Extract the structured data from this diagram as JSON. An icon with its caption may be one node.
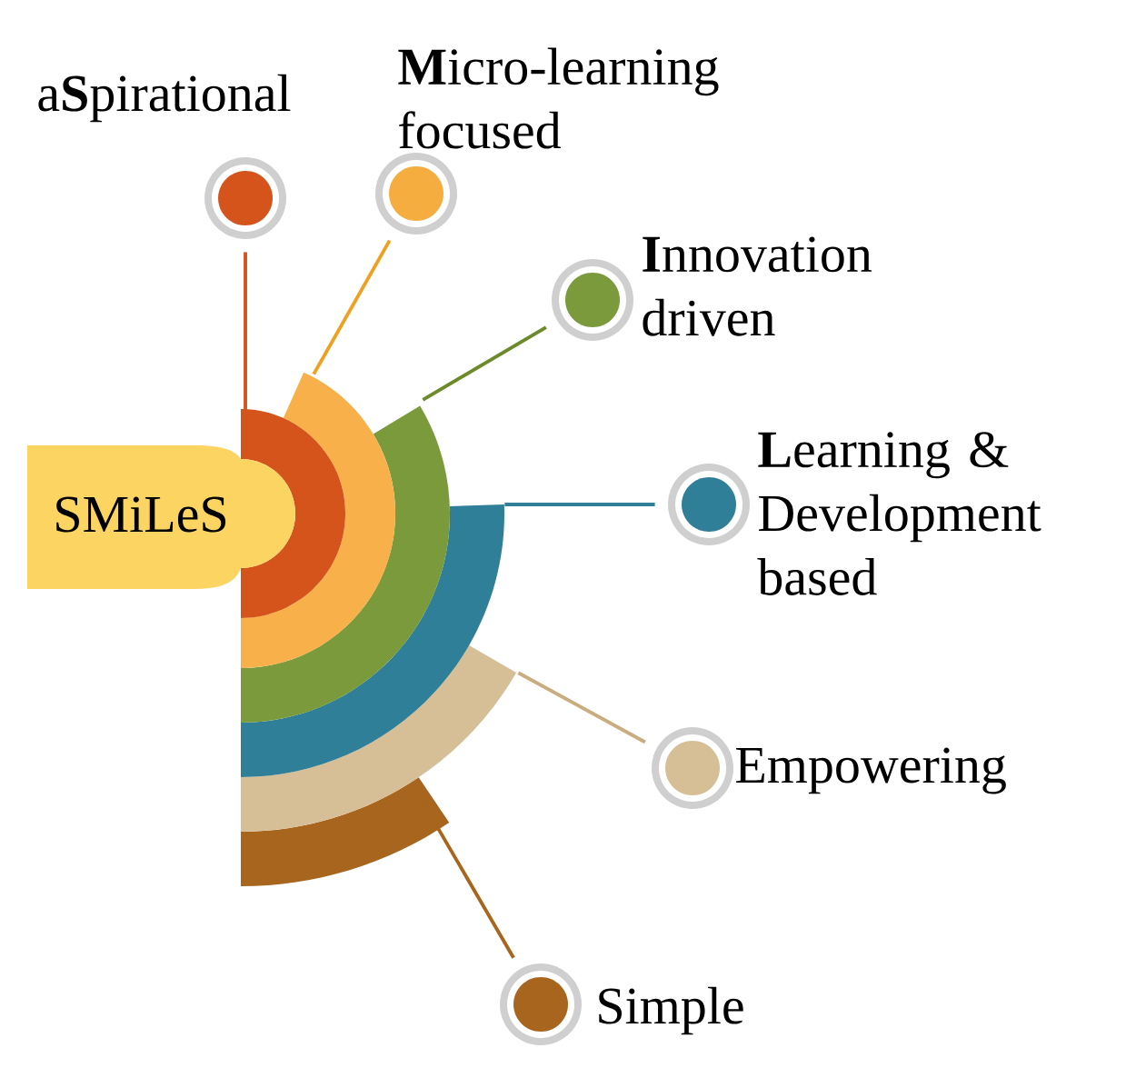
{
  "diagram": {
    "nodes": [
      {
        "text": [
          "SMiLeS"
        ]
      },
      {
        "text": [
          "a**S**pirational"
        ]
      },
      {
        "text": [
          "**M**icro-learning focused"
        ]
      },
      {
        "text": [
          "**I**nnovation driven"
        ]
      },
      {
        "text": [
          "**L**earning & Development based"
        ]
      },
      {
        "text": [
          "Empowering"
        ]
      },
      {
        "text": [
          "Simple"
        ]
      },
      {
        "text": [],
        "shape": "band"
      },
      {
        "text": [],
        "shape": "band"
      },
      {
        "text": [],
        "shape": "band"
      },
      {
        "text": [],
        "shape": "band"
      },
      {
        "text": [],
        "shape": "band"
      },
      {
        "text": [],
        "shape": "band"
      }
    ],
    "edges": [
      {
        "from": 7,
        "to": 1,
        "arrow": "none",
        "color": "#d4541c"
      },
      {
        "from": 8,
        "to": 2,
        "arrow": "none",
        "color": "#f0a020"
      },
      {
        "from": 9,
        "to": 3,
        "arrow": "none",
        "color": "#6d8a2a"
      },
      {
        "from": 10,
        "to": 4,
        "arrow": "none",
        "color": "#2f7f99"
      },
      {
        "from": 11,
        "to": 5,
        "arrow": "none",
        "color": "#c9ad80"
      },
      {
        "from": 12,
        "to": 6,
        "arrow": "none",
        "color": "#a8651e"
      }
    ]
  }
}
